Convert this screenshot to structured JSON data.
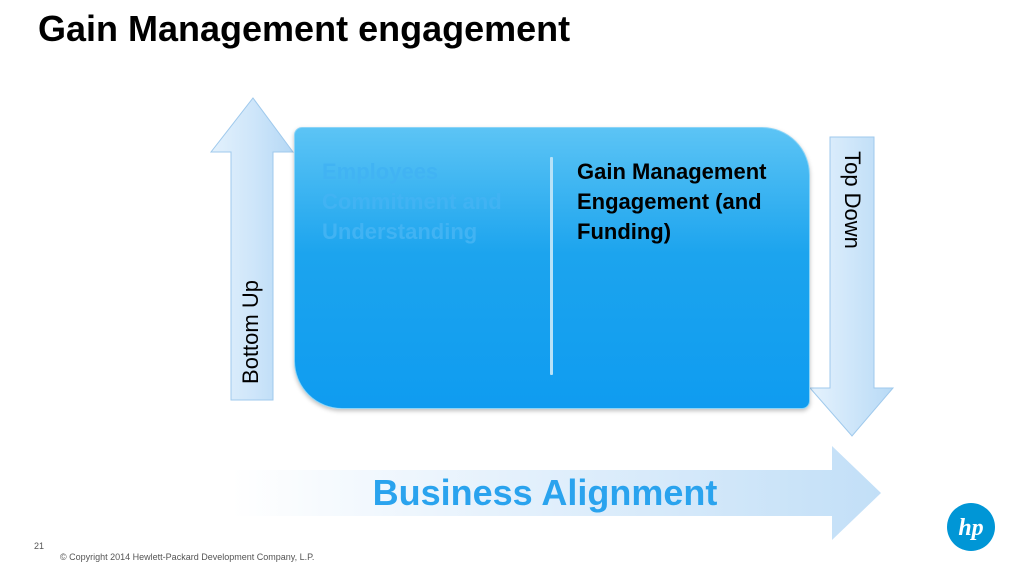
{
  "slide": {
    "title": "Gain Management engagement",
    "page_number": "21",
    "copyright": "© Copyright 2014 Hewlett-Packard Development Company, L.P."
  },
  "diagram": {
    "left_text": "Employees Commitment and Understanding",
    "right_text": "Gain Management Engagement (and Funding)",
    "bottom_up_label": "Bottom Up",
    "top_down_label": "Top Down",
    "business_label": "Business Alignment"
  },
  "logo": {
    "text": "hp",
    "icon": "hp-logo-icon"
  },
  "colors": {
    "box_blue": "#1ca4ee",
    "arrow_light": "#cfe8fb",
    "business_text": "#2aa3ee",
    "logo_blue": "#0096d6"
  }
}
